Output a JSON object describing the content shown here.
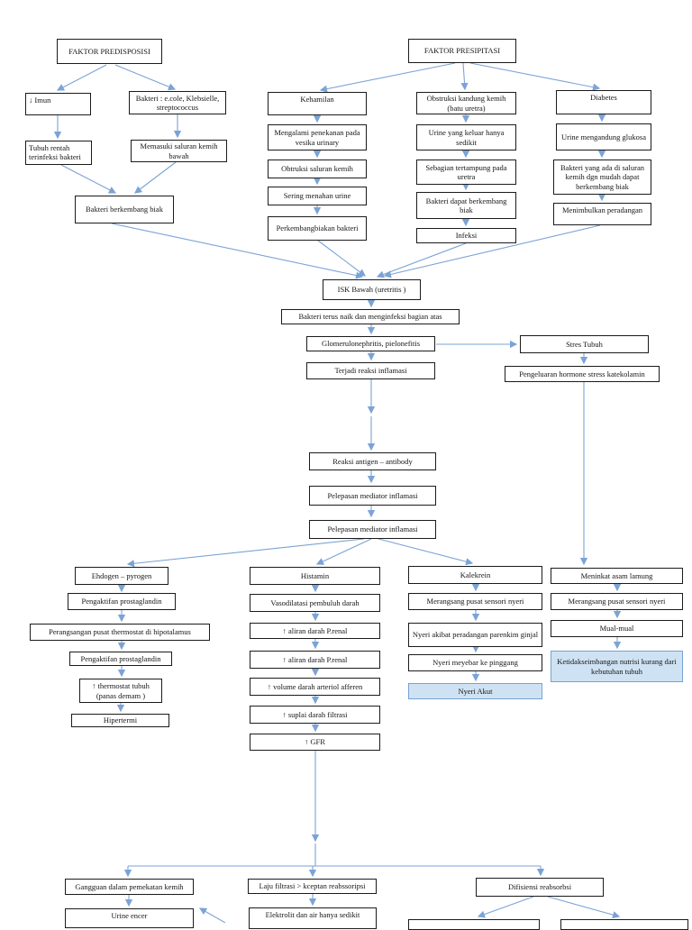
{
  "document": {
    "type": "pathway-flowchart",
    "language": "Indonesian",
    "topic": "ISK Bawah (uretritis) pathophysiology"
  },
  "colors": {
    "arrow": "#7ba3d6",
    "box_border": "#1b1b1b",
    "highlight_fill": "#cfe2f3",
    "highlight_border": "#76a3d3"
  },
  "nodes": {
    "faktor_predisposisi": {
      "label": "FAKTOR PREDISPOSISI"
    },
    "imun": {
      "label": "↓ Imun"
    },
    "bakteri_ecole": {
      "label": "Bakteri : e.cole, Klebsielle, streptococcus"
    },
    "tubuh_rentah": {
      "label": "Tubuh rentah terinfeksi bakteri"
    },
    "memasuki_saluran": {
      "label": "Memasuki saluran kemih bawah"
    },
    "bakteri_berkembang": {
      "label": "Bakteri berkembang biak"
    },
    "faktor_presipitasi": {
      "label": "FAKTOR PRESIPITASI"
    },
    "kehamilan": {
      "label": "Kehamilan"
    },
    "mengalami_penekanan": {
      "label": "Mengalami penekanan pada vesika urinary"
    },
    "obtruksi_saluran": {
      "label": "Obtruksi saluran kemih"
    },
    "sering_menahan": {
      "label": "Sering menahan urine"
    },
    "perkembangbiakan_bakteri": {
      "label": "Perkembangbiakan bakteri"
    },
    "obstruksi_kandung": {
      "label": "Obstruksi kandung kemih (batu uretra)"
    },
    "urine_keluar_sedikit": {
      "label": "Urine yang keluar hanya sedikit"
    },
    "sebagian_tertampung": {
      "label": "Sebagian tertampung pada uretra"
    },
    "bakteri_dapat_berkembang": {
      "label": "Bakteri dapat berkembang biak"
    },
    "infeksi": {
      "label": "Infeksi"
    },
    "diabetes": {
      "label": "Diabetes"
    },
    "urine_mengandung": {
      "label": "Urine mengandung glukosa"
    },
    "bakteri_saluran_mudah": {
      "label": "Bakteri yang ada di saluran kemih dgn mudah dapat berkembang biak"
    },
    "menimbulkan_peradangan": {
      "label": "Menimbulkan peradangan"
    },
    "isk_bawah": {
      "label": "ISK Bawah (uretritis )"
    },
    "bakteri_terus_naik": {
      "label": "Bakteri terus naik dan menginfeksi bagian atas"
    },
    "glomerulonephritis": {
      "label": "Glomerulonephritis, pielonefitis"
    },
    "terjadi_reaksi": {
      "label": "Terjadi reaksi inflamasi"
    },
    "stres_tubuh": {
      "label": "Stres Tubuh"
    },
    "pengeluaran_hormone": {
      "label": "Pengeluaran hormone stress katekolamin"
    },
    "reaksi_antigen": {
      "label": "Reaksi antigen – antibody"
    },
    "pelepasan_mediator_1": {
      "label": "Pelepasan mediator inflamasi"
    },
    "pelepasan_mediator_2": {
      "label": "Pelepasan mediator inflamasi"
    },
    "ehdogen_pyrogen": {
      "label": "Ehdogen – pyrogen"
    },
    "pengaktifan_prostaglandin_1": {
      "label": "Pengaktifan prostaglandin"
    },
    "perangsangan_thermostat": {
      "label": "Perangsangan pusat thermostat di hipotalamus"
    },
    "pengaktifan_prostaglandin_2": {
      "label": "Pengaktifan prostaglandin"
    },
    "thermostat_tubuh": {
      "label": "↑ thermostat tubuh (panas demam )"
    },
    "hipertermi": {
      "label": "Hipertermi"
    },
    "histamin": {
      "label": "Histamin"
    },
    "vasodilatasi": {
      "label": "Vasodilatasi pembuluh darah"
    },
    "aliran_darah_1": {
      "label": "↑ aliran darah P.renal"
    },
    "aliran_darah_2": {
      "label": "↑ aliran darah P.renal"
    },
    "volume_darah": {
      "label": "↑ volume darah arteriol afferen"
    },
    "suplai_darah": {
      "label": "↑ suplai darah filtrasi"
    },
    "gfr": {
      "label": "↑ GFR"
    },
    "kalekrein": {
      "label": "Kalekrein"
    },
    "merangsang_nyeri_1": {
      "label": "Merangsang pusat sensori nyeri"
    },
    "nyeri_akibat": {
      "label": "Nyeri akibat peradangan parenkim ginjal"
    },
    "nyeri_meyebar": {
      "label": "Nyeri meyebar ke pinggang"
    },
    "nyeri_akut": {
      "label": "Nyeri Akut"
    },
    "meninkat_asam": {
      "label": "Meninkat asam lamung"
    },
    "merangsang_nyeri_2": {
      "label": "Merangsang pusat sensori nyeri"
    },
    "mual_mual": {
      "label": "Mual-mual"
    },
    "ketidakseimbangan_nutrisi": {
      "label": "Ketidakseimbangan nutrisi kurang dari kebutuhan tubuh"
    },
    "gangguan_pemekatan": {
      "label": "Gangguan dalam pemekatan kemih"
    },
    "urine_encer": {
      "label": "Urine encer"
    },
    "laju_filtrasi": {
      "label": "Laju filtrasi > kceptan reabssoripsi"
    },
    "elektrolit_sedikit": {
      "label": "Elektrolit dan air hanya sedikit"
    },
    "difisiensi_reabsorbsi": {
      "label": "Difisiensi reabsorbsi"
    }
  }
}
